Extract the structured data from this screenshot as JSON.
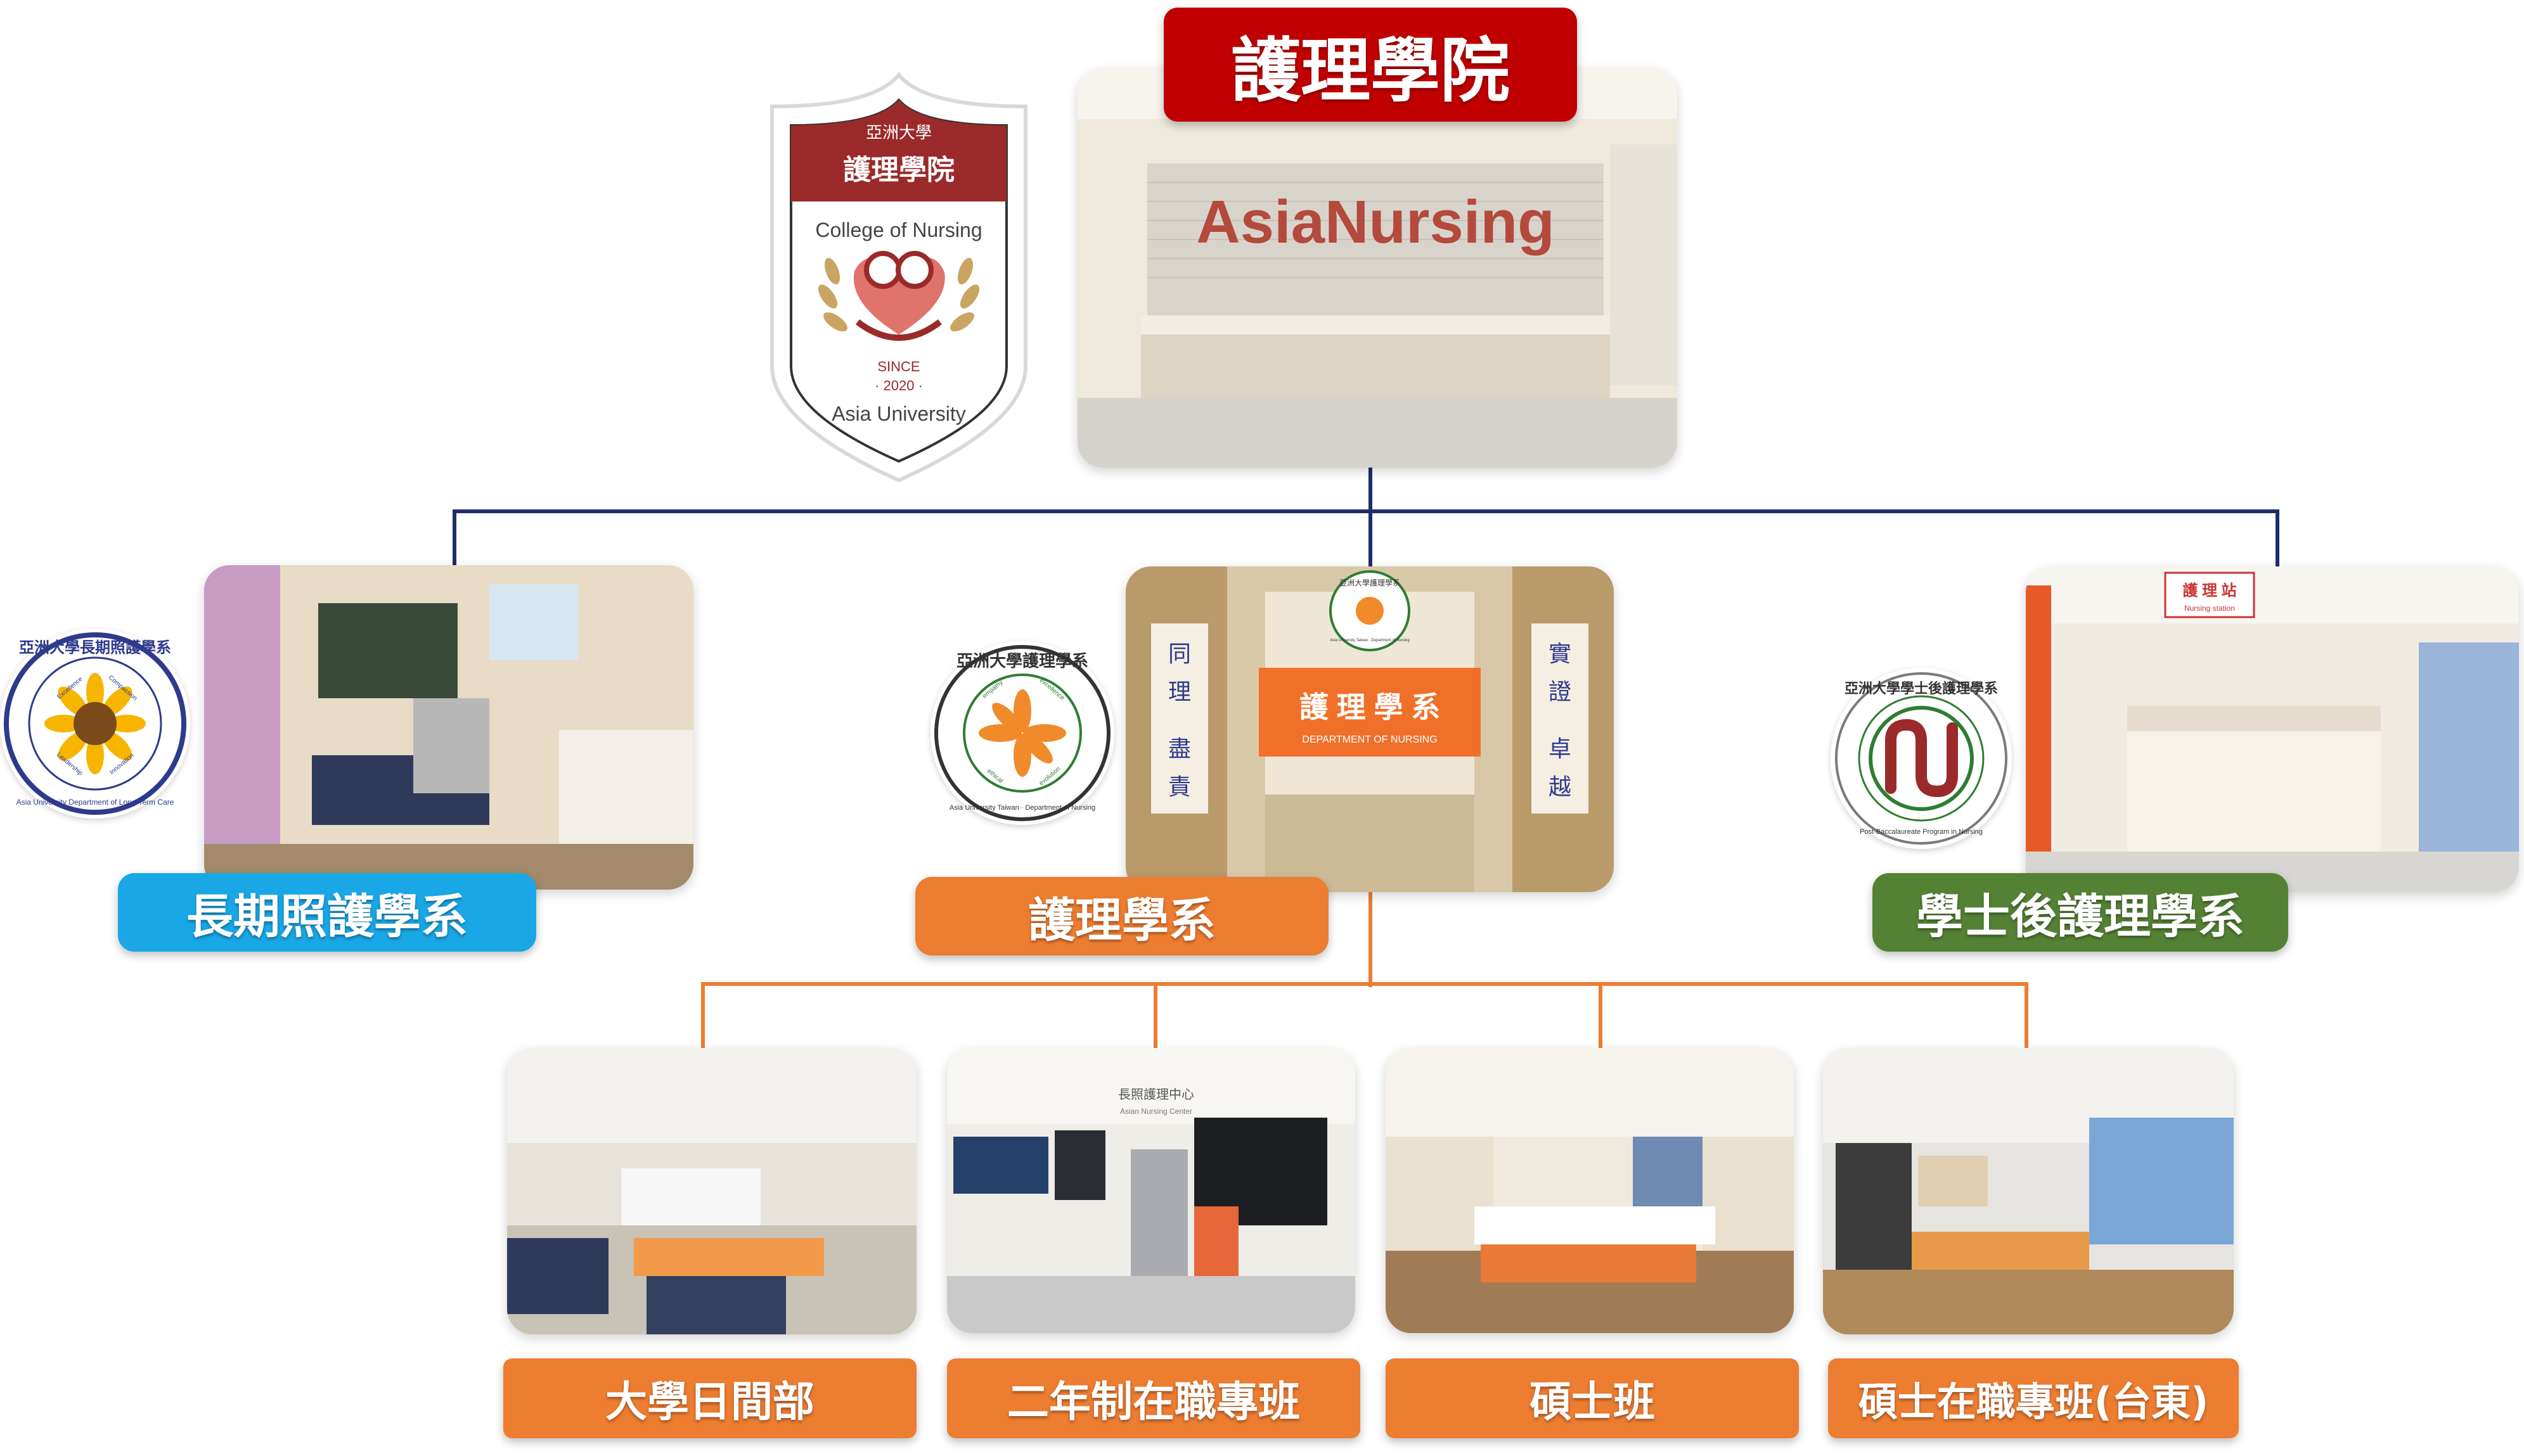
{
  "colors": {
    "top_red": "#c00000",
    "navy_line": "#1f2d6b",
    "orange": "#ed7d31",
    "cyan": "#1aa7e6",
    "green": "#548235"
  },
  "college": {
    "title": "護理學院",
    "badge": {
      "university_zh": "亞洲大學",
      "college_zh": "護理學院",
      "college_en": "College of Nursing",
      "since": "SINCE",
      "year": "· 2020 ·",
      "university_en": "Asia University"
    },
    "photo": {
      "wall_text": "AsiaNursing"
    }
  },
  "departments": [
    {
      "label": "長期照護學系",
      "seal_text_top": "亞洲大學長期照護學系",
      "seal_text_bottom": "Asia University Department of Long-Term Care",
      "seal_words": [
        "Excellence",
        "Compassion",
        "Leadership",
        "Innovation"
      ]
    },
    {
      "label": "護理學系",
      "seal_text_top": "亞洲大學護理學系",
      "seal_text_bottom": "Asia University Taiwan · Department of Nursing",
      "seal_words": [
        "empathy",
        "excellence",
        "evolution",
        "ethical"
      ],
      "sign_zh": "護 理 學 系",
      "sign_en": "DEPARTMENT OF NURSING",
      "pillar_left": [
        "同",
        "理",
        "盡",
        "責"
      ],
      "pillar_right": [
        "實",
        "證",
        "卓",
        "越"
      ],
      "wall_seal_top": "亞洲大學護理學系",
      "wall_seal_bottom": "Asia University Taiwan · Department of Nursing"
    },
    {
      "label": "學士後護理學系",
      "seal_text_top": "亞洲大學學士後護理學系",
      "seal_text_bottom": "Post-Baccalaureate Program in Nursing",
      "station_zh": "護 理 站",
      "station_en": "Nursing station"
    }
  ],
  "programs": [
    {
      "label": "大學日間部"
    },
    {
      "label": "二年制在職專班",
      "wall_zh": "長照護理中心",
      "wall_en": "Asian Nursing Center"
    },
    {
      "label": "碩士班"
    },
    {
      "label": "碩士在職專班(台東)"
    }
  ]
}
